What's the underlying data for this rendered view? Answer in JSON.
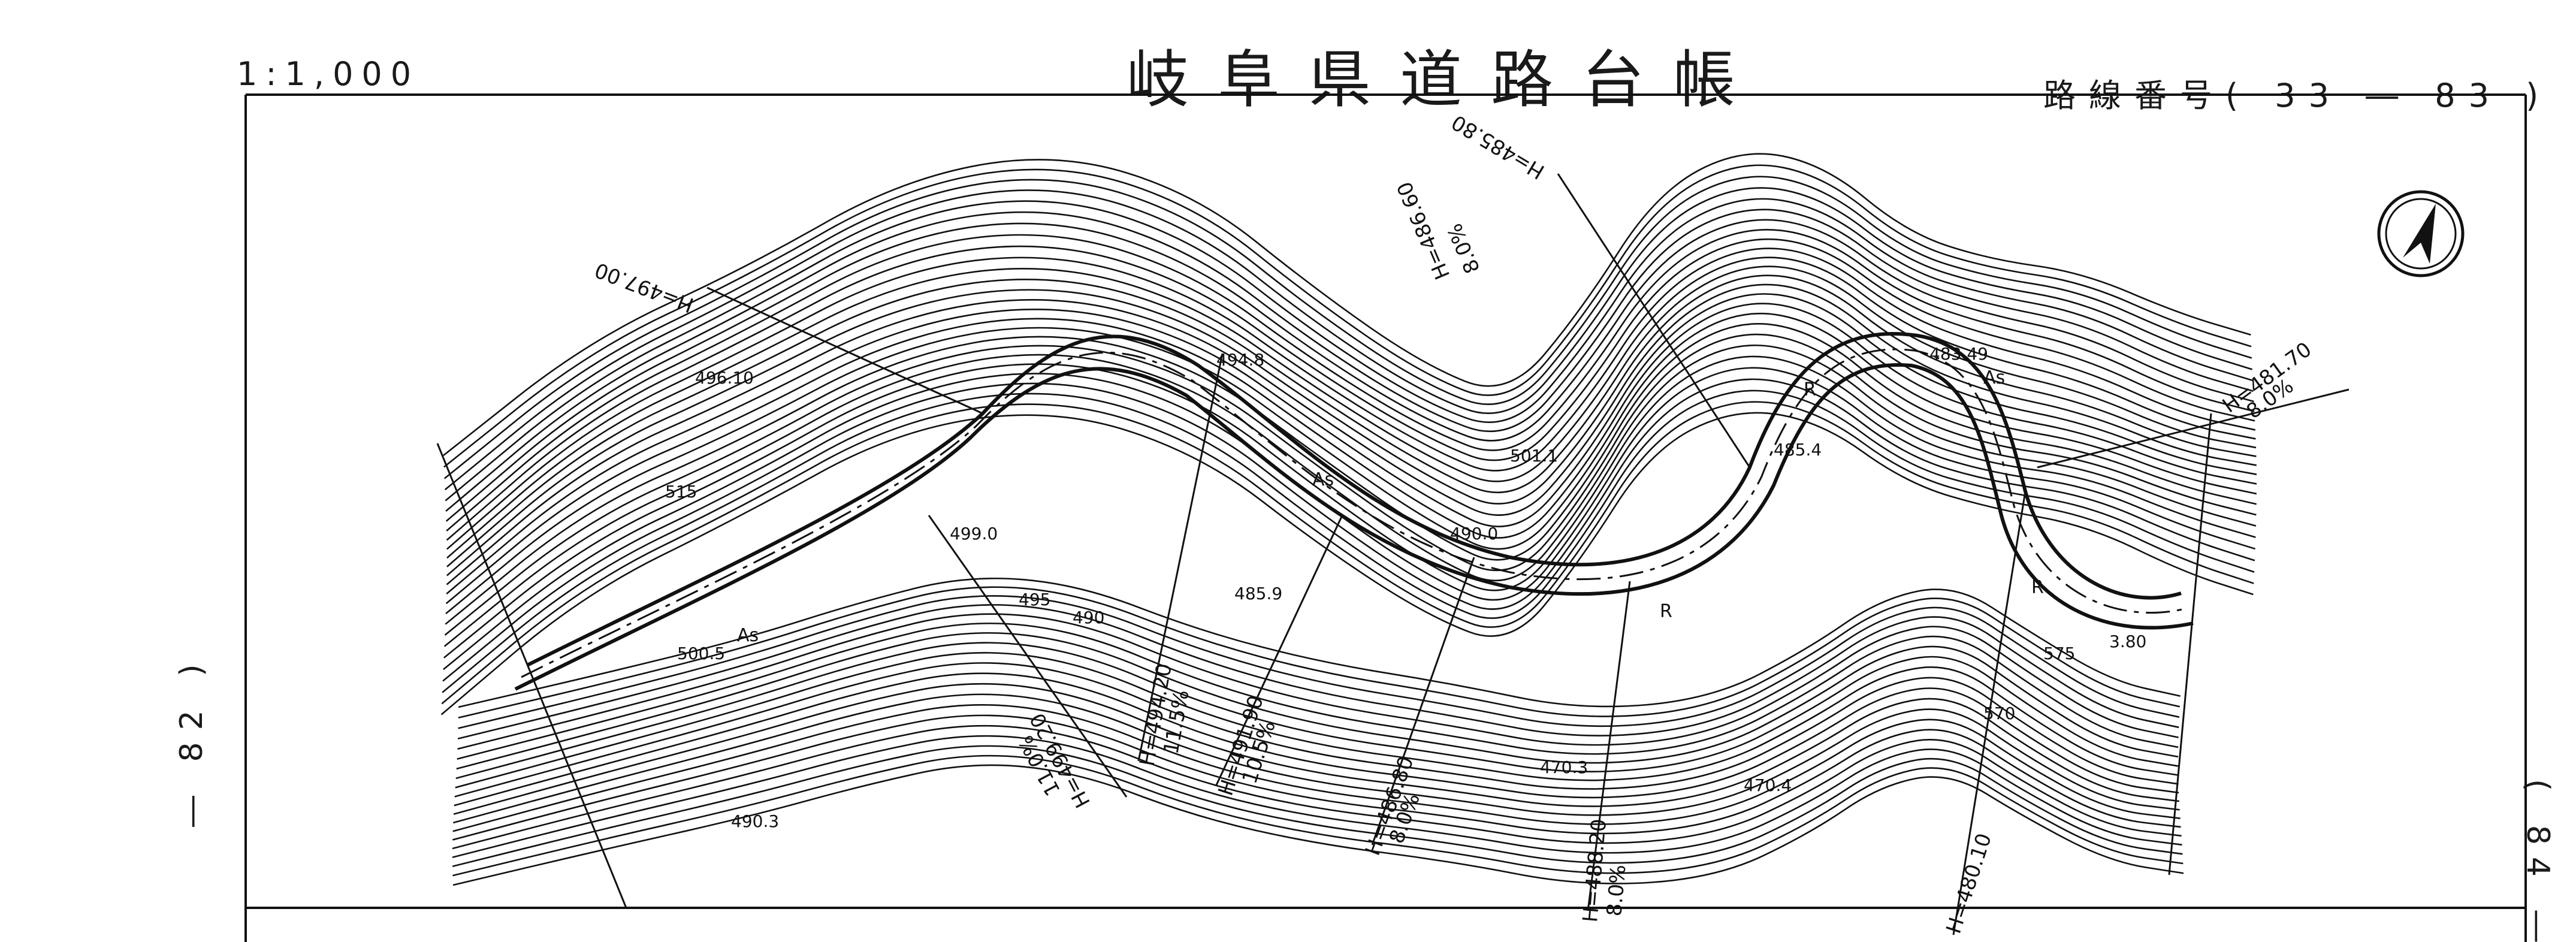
{
  "header": {
    "scale": "1:1,000",
    "title": "岐阜県道路台帳",
    "route_number": "路線番号( 33 ― 83 )"
  },
  "side_labels": {
    "left": "― 82 )",
    "right": "( 84 ―"
  },
  "elevations": {
    "h1": "H=497.00",
    "h2": "H=485.80",
    "h3": "H=486.60",
    "h3_grade": "8.0%",
    "h4": "H=481.70",
    "h4_grade": "8.0%",
    "h5": "H=499.20",
    "h5_grade": "11.0%",
    "h6": "H=494.20",
    "h6_grade": "11.5%",
    "h7": "H=491.90",
    "h7_grade": "10.5%",
    "h8": "H=486.80",
    "h8_grade": "8.0%",
    "h9": "H=488.20",
    "h9_grade": "8.0%",
    "h10": "H=480.10"
  },
  "spot_heights": [
    "496.10",
    "494.8",
    "499.0",
    "500.5",
    "490.3",
    "485.9",
    "470.3",
    "470.4",
    "490.0",
    "501.1",
    "483.49",
    "485.4",
    "495",
    "490",
    "515",
    "575",
    "570",
    "3.80"
  ],
  "map_marks": {
    "asphalt": "As",
    "curve": "R",
    "north": "north-arrow"
  },
  "colors": {
    "ink": "#111111",
    "paper": "#ffffff"
  }
}
